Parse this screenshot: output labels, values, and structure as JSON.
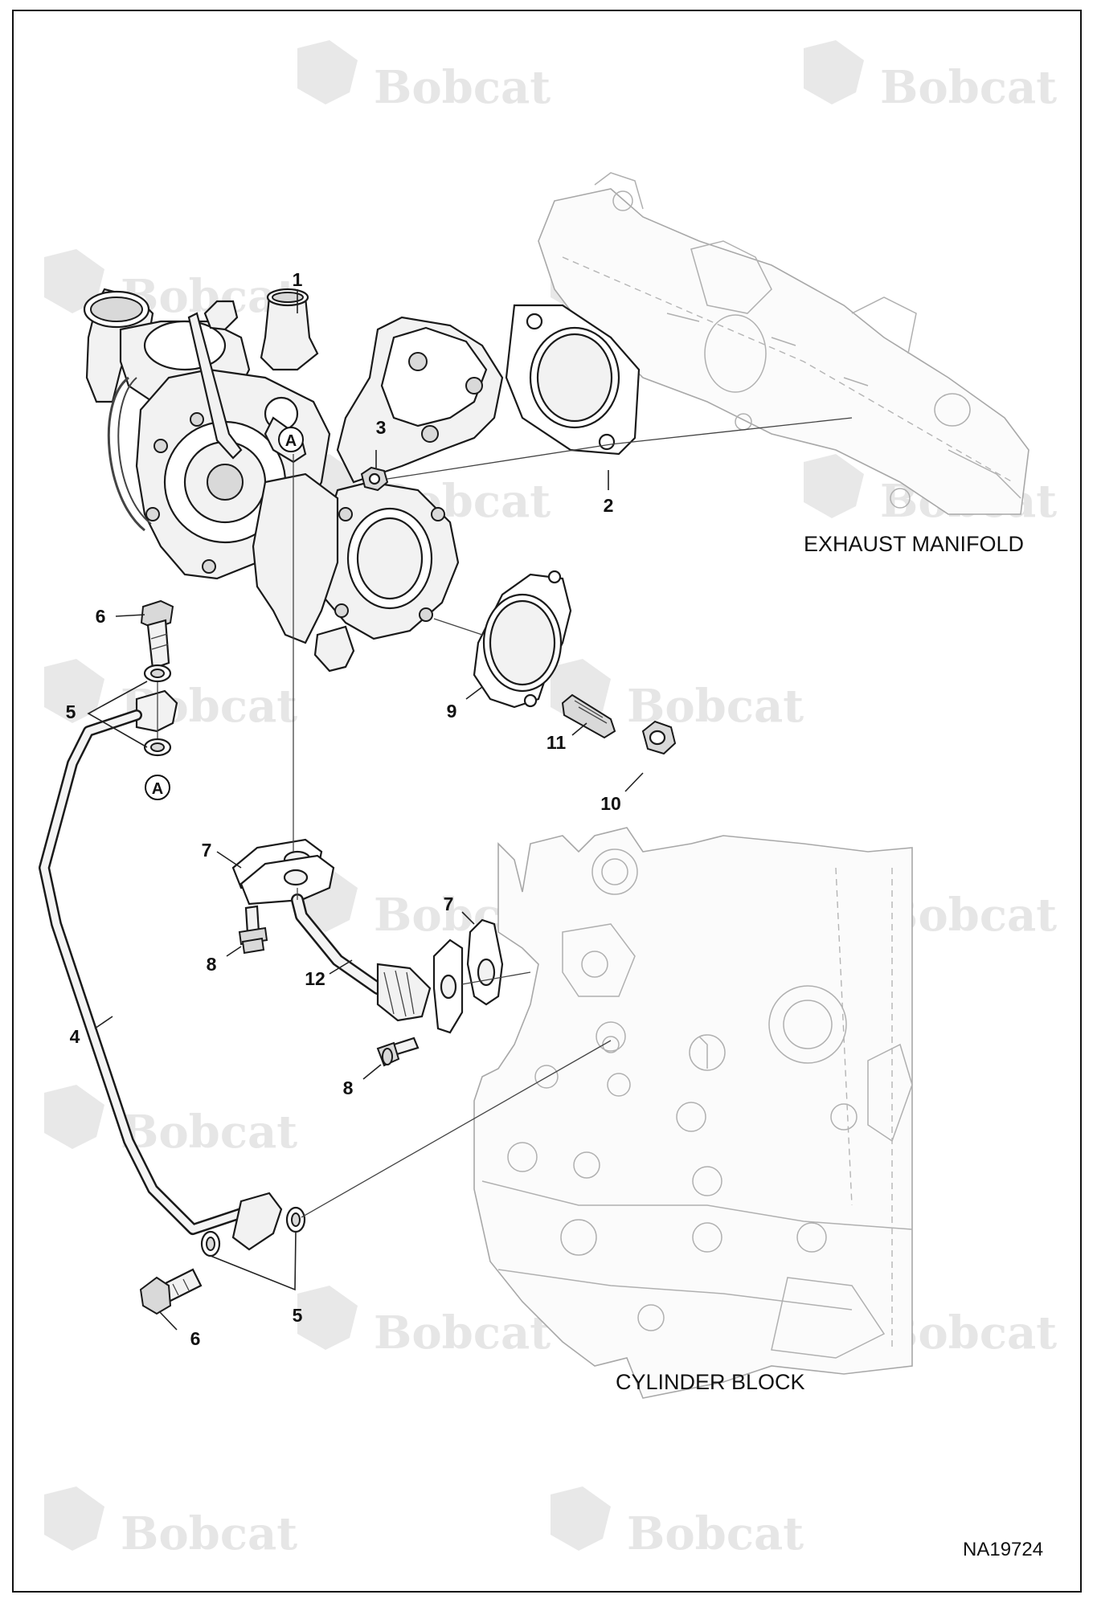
{
  "watermark": {
    "text": "Bobcat",
    "mark": "bobcat-logo"
  },
  "labels": {
    "exhaust_manifold": "EXHAUST MANIFOLD",
    "cylinder_block": "CYLINDER BLOCK",
    "figure_id": "NA19724"
  },
  "reference_marker": "A",
  "callouts": {
    "c1": "1",
    "c2": "2",
    "c3": "3",
    "c4": "4",
    "c5a": "5",
    "c5b": "5",
    "c6a": "6",
    "c6b": "6",
    "c7a": "7",
    "c7b": "7",
    "c8a": "8",
    "c8b": "8",
    "c9": "9",
    "c10": "10",
    "c11": "11",
    "c12": "12"
  },
  "parts": [
    {
      "number": "1",
      "name": "turbocharger"
    },
    {
      "number": "2",
      "name": "gasket"
    },
    {
      "number": "3",
      "name": "nut"
    },
    {
      "number": "4",
      "name": "oil-feed-pipe"
    },
    {
      "number": "5",
      "name": "washer"
    },
    {
      "number": "6",
      "name": "banjo-bolt"
    },
    {
      "number": "7",
      "name": "gasket"
    },
    {
      "number": "8",
      "name": "bolt"
    },
    {
      "number": "9",
      "name": "gasket"
    },
    {
      "number": "10",
      "name": "nut"
    },
    {
      "number": "11",
      "name": "stud"
    },
    {
      "number": "12",
      "name": "oil-return-pipe"
    }
  ]
}
